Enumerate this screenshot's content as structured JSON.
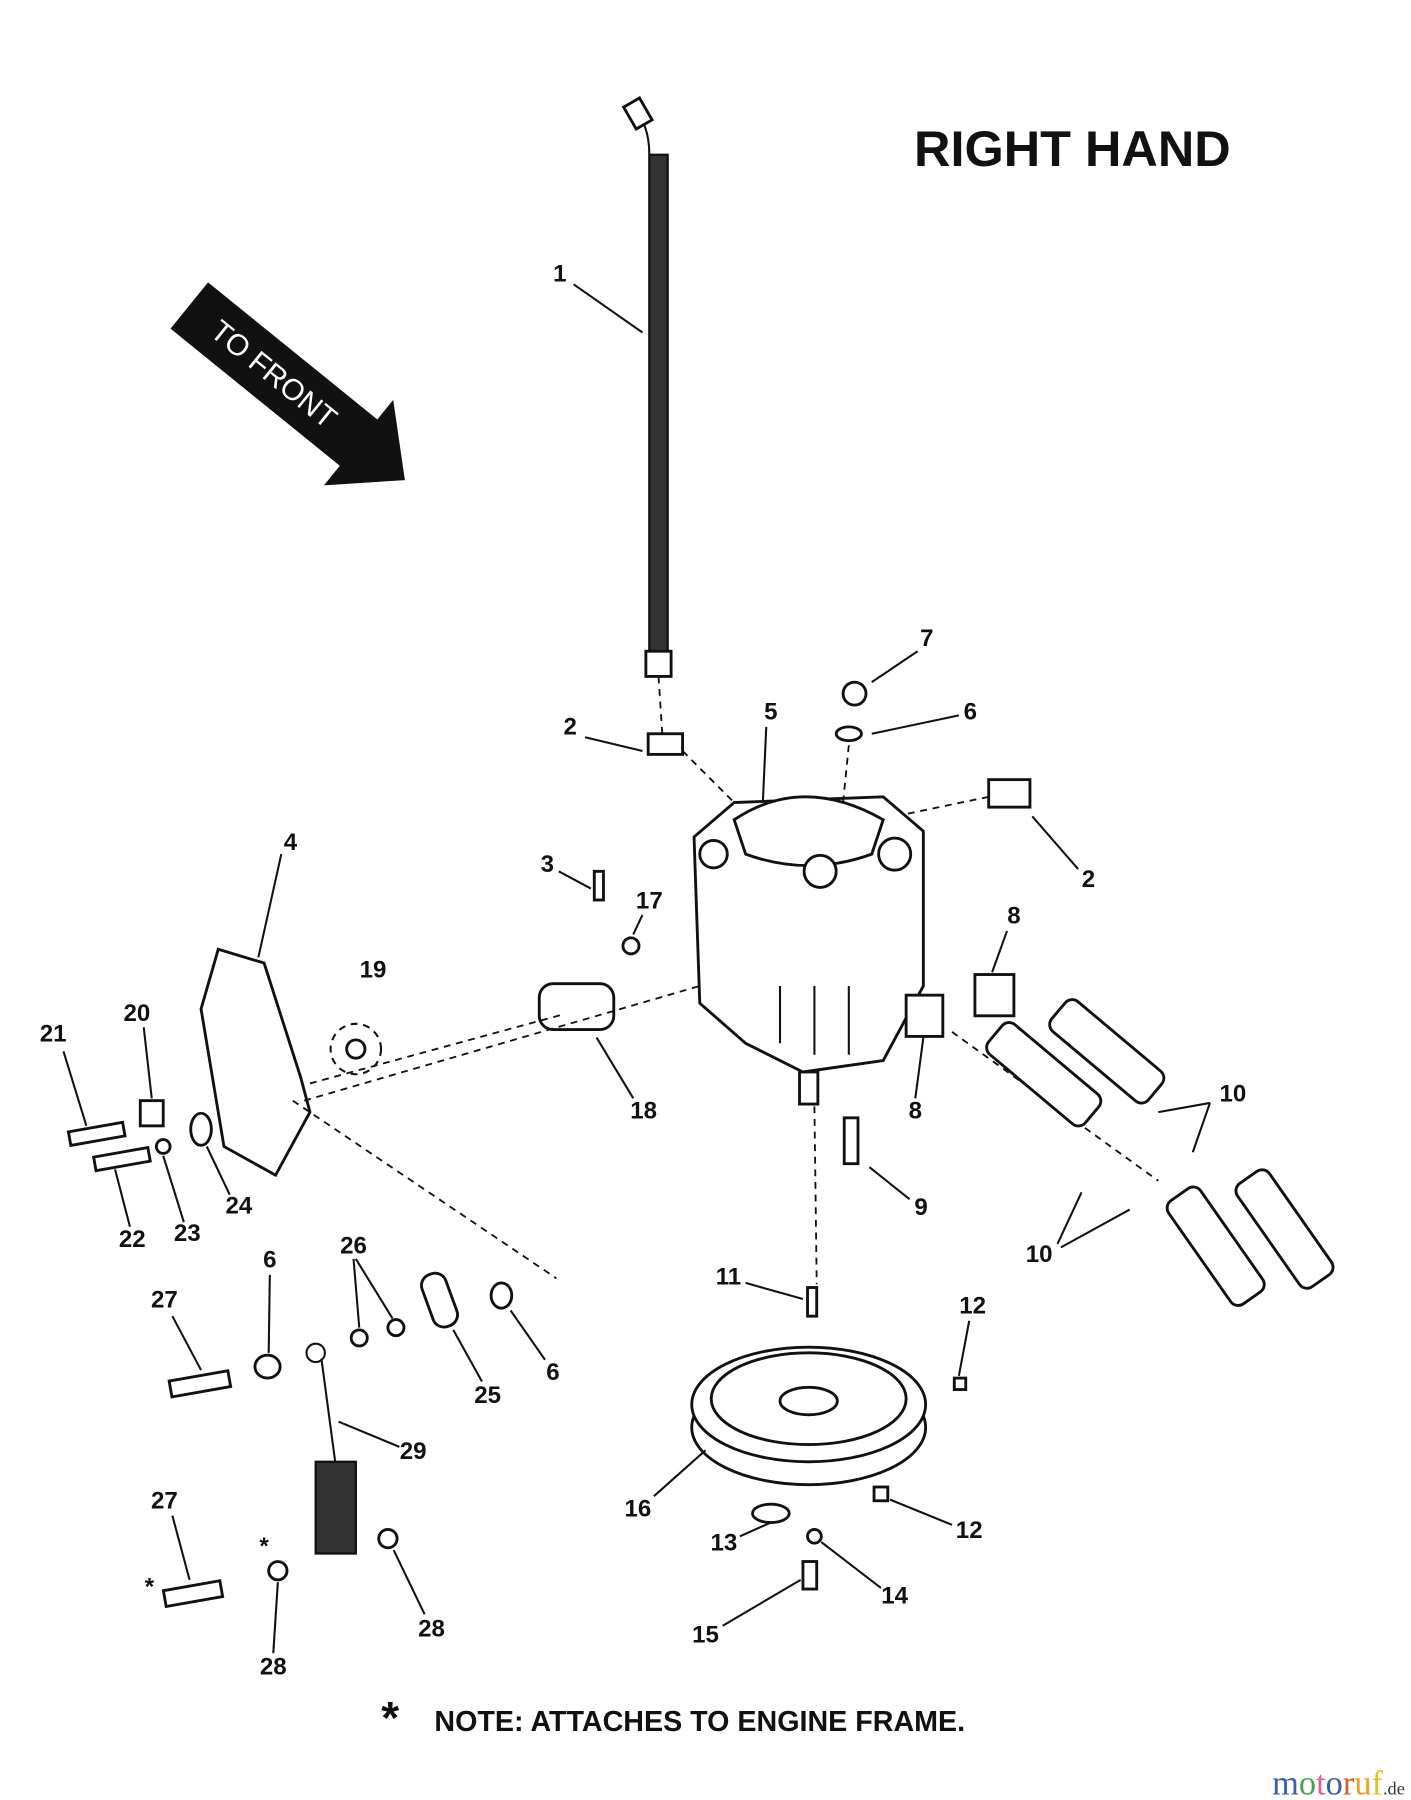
{
  "title": "RIGHT HAND",
  "direction_arrow": "TO FRONT",
  "note": "NOTE: ATTACHES TO ENGINE FRAME.",
  "note_marker": "*",
  "watermark": {
    "main": "motoruf",
    "suffix": ".de"
  },
  "callouts": [
    "1",
    "2",
    "5",
    "7",
    "6",
    "2",
    "3",
    "17",
    "8",
    "19",
    "20",
    "21",
    "18",
    "8",
    "10",
    "9",
    "22",
    "23",
    "24",
    "10",
    "11",
    "12",
    "6",
    "26",
    "27",
    "25",
    "6",
    "29",
    "16",
    "12",
    "27",
    "13",
    "14",
    "28",
    "28",
    "15",
    "4"
  ],
  "asterisks": [
    "*",
    "*"
  ]
}
